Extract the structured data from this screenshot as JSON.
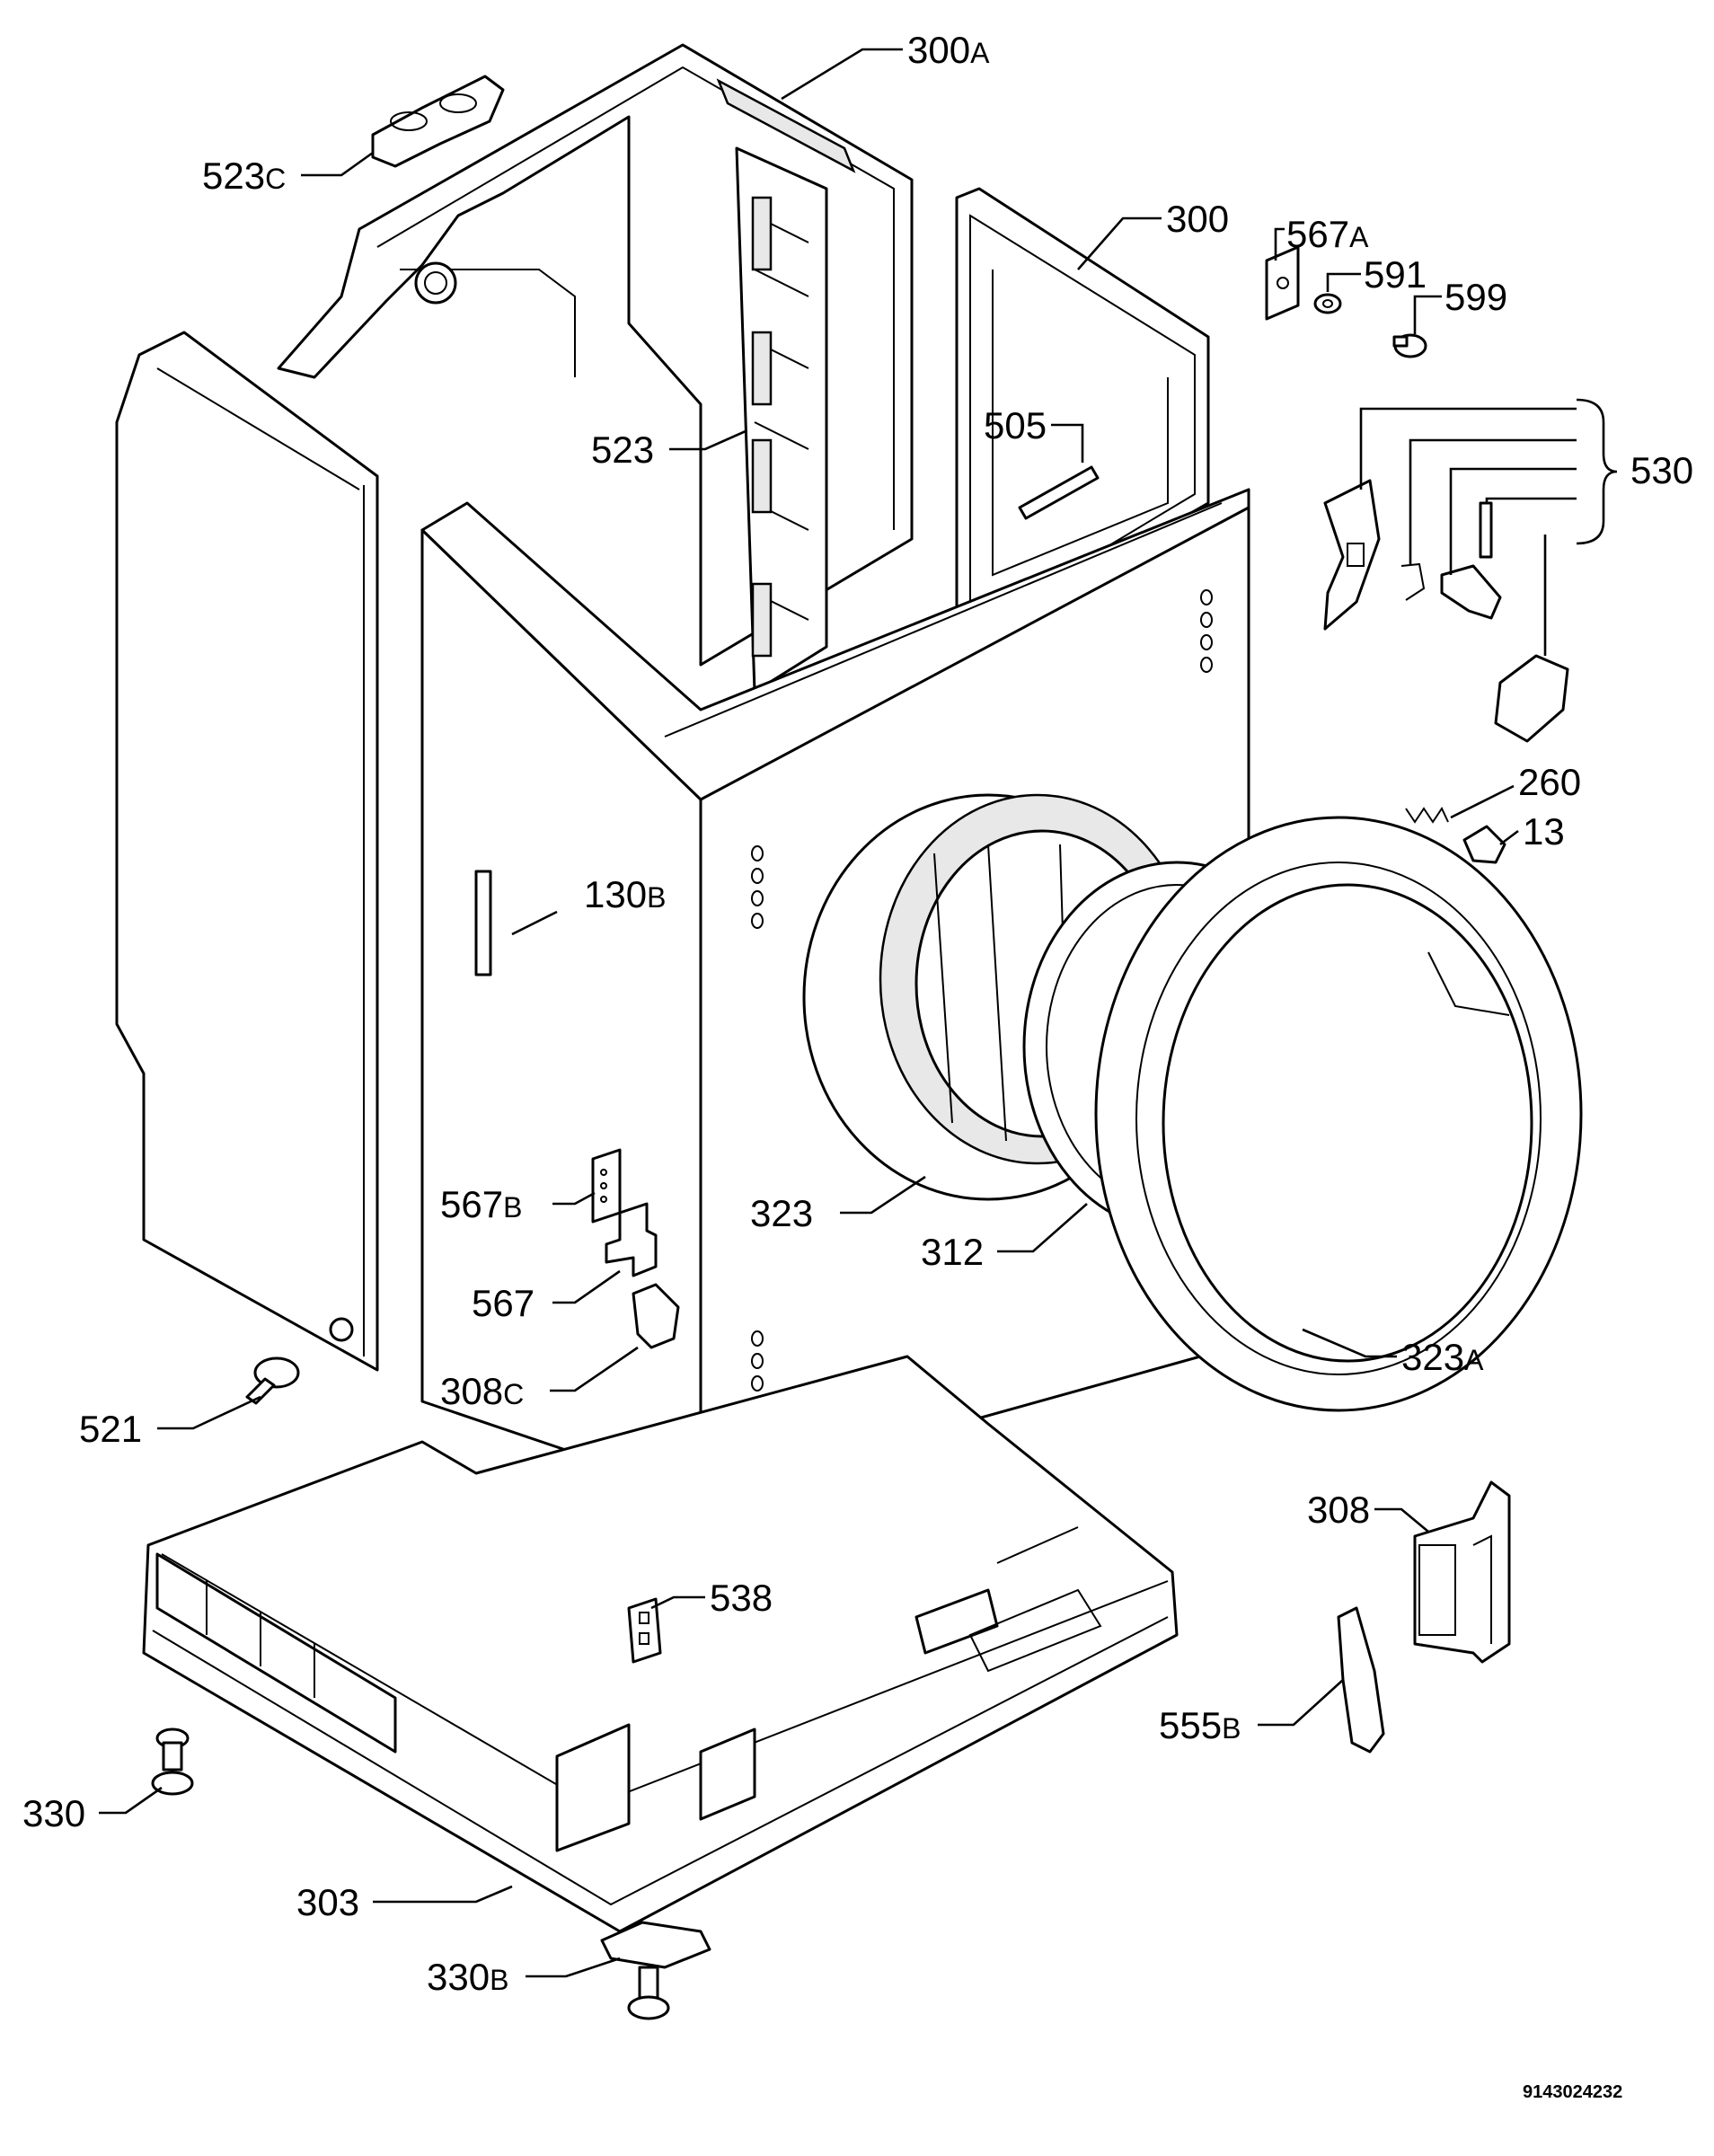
{
  "labels": {
    "l300a": {
      "num": "300",
      "suffix": "A"
    },
    "l523c": {
      "num": "523",
      "suffix": "C"
    },
    "l300": {
      "num": "300",
      "suffix": ""
    },
    "l567a": {
      "num": "567",
      "suffix": "A"
    },
    "l591": {
      "num": "591",
      "suffix": ""
    },
    "l599": {
      "num": "599",
      "suffix": ""
    },
    "l505": {
      "num": "505",
      "suffix": ""
    },
    "l523": {
      "num": "523",
      "suffix": ""
    },
    "l530": {
      "num": "530",
      "suffix": ""
    },
    "l260": {
      "num": "260",
      "suffix": ""
    },
    "l13": {
      "num": "13",
      "suffix": ""
    },
    "l130b": {
      "num": "130",
      "suffix": "B"
    },
    "l567b": {
      "num": "567",
      "suffix": "B"
    },
    "l323": {
      "num": "323",
      "suffix": ""
    },
    "l312": {
      "num": "312",
      "suffix": ""
    },
    "l567": {
      "num": "567",
      "suffix": ""
    },
    "l308c": {
      "num": "308",
      "suffix": "C"
    },
    "l323a": {
      "num": "323",
      "suffix": "A"
    },
    "l521": {
      "num": "521",
      "suffix": ""
    },
    "l308": {
      "num": "308",
      "suffix": ""
    },
    "l538": {
      "num": "538",
      "suffix": ""
    },
    "l555b": {
      "num": "555",
      "suffix": "B"
    },
    "l330": {
      "num": "330",
      "suffix": ""
    },
    "l303": {
      "num": "303",
      "suffix": ""
    },
    "l330b": {
      "num": "330",
      "suffix": "B"
    }
  },
  "reference_number": "9143024232"
}
